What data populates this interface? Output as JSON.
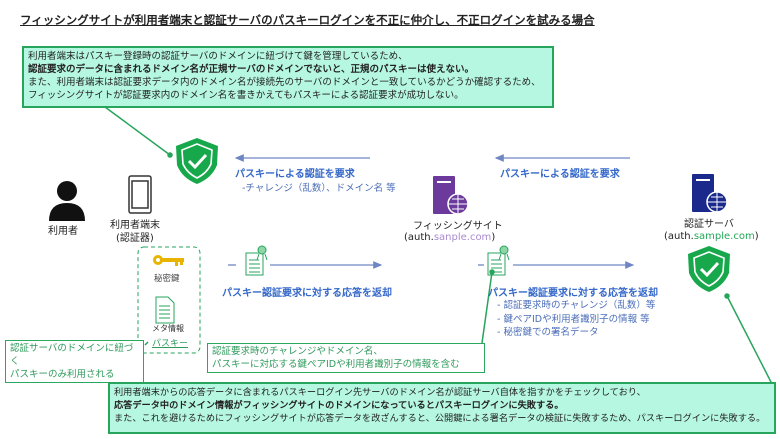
{
  "title": "フィッシングサイトが利用者端末と認証サーバのパスキーログインを不正に仲介し、不正ログインを試みる場合",
  "top_note": {
    "line1": "利用者端末はパスキー登録時の認証サーバのドメインに紐づけて鍵を管理しているため、",
    "line2": "認証要求のデータに含まれるドメイン名が正規サーバのドメインでないと、正規のパスキーは使えない。",
    "line3": "また、利用者端末は認証要求データ内のドメイン名が接続先のサーバのドメインと一致しているかどうか確認するため、",
    "line4": "フィッシングサイトが認証要求内のドメイン名を書きかえてもパスキーによる認証要求が成功しない。"
  },
  "request_left": {
    "label": "パスキーによる認証を要求",
    "detail": "-チャレンジ（乱数）、ドメイン名 等"
  },
  "request_right": {
    "label": "パスキーによる認証を要求"
  },
  "user": {
    "label": "利用者"
  },
  "device": {
    "label": "利用者端末",
    "sub": "(認証器)"
  },
  "phishing": {
    "label": "フィッシングサイト",
    "domain_prefix": "(auth.",
    "domain_main": "sanple.com",
    "domain_suffix": ")"
  },
  "server": {
    "label": "認証サーバ",
    "domain_prefix": "(auth.",
    "domain_main": "sample.com",
    "domain_suffix": ")"
  },
  "passkey": {
    "private_key": "秘密鍵",
    "meta": "メタ情報",
    "label": "パスキー"
  },
  "response_left": {
    "label": "パスキー認証要求に対する応答を返却"
  },
  "response_right": {
    "label": "パスキー認証要求に対する応答を返却",
    "items": [
      "- 認証要求時のチャレンジ（乱数）等",
      "- 鍵ペアIDや利用者識別子の情報 等",
      "- 秘密鍵での署名データ"
    ]
  },
  "left_box": {
    "line1": "認証サーバのドメインに紐づく",
    "line2": "パスキーのみ利用される"
  },
  "mid_box": {
    "line1": "認証要求時のチャレンジやドメイン名、",
    "line2": "パスキーに対応する鍵ペアIDや利用者識別子の情報を含む"
  },
  "bottom_note": {
    "line1": "利用者端末からの応答データに含まれるパスキーログイン先サーバのドメイン名が認証サーバ自体を指すかをチェックしており、",
    "line2": "応答データ中のドメイン情報がフィッシングサイトのドメインになっているとパスキーログインに失敗する。",
    "line3": "また、これを避けるためにフィッシングサイトが応答データを改ざんすると、公開鍵による署名データの検証に失敗するため、パスキーログインに失敗する。"
  },
  "colors": {
    "green": "#27a55c",
    "blue": "#3568c9",
    "purple": "#6b3a9c",
    "navy": "#1a2a8c",
    "gold": "#e8b400"
  }
}
